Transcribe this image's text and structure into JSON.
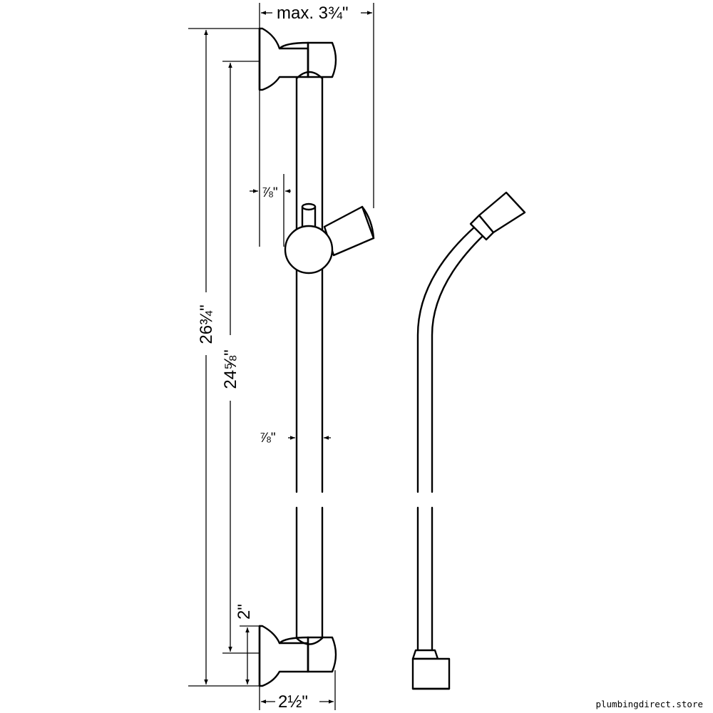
{
  "dimensions": {
    "top_max_label": "max. 3¾\"",
    "overall_height": "26¾\"",
    "bracket_spacing": "24⅝\"",
    "slider_offset": "⅞\"",
    "rail_diameter": "⅞\"",
    "bracket_height": "2\"",
    "bracket_width": "2½\""
  },
  "watermark": "plumbingdirect.store"
}
